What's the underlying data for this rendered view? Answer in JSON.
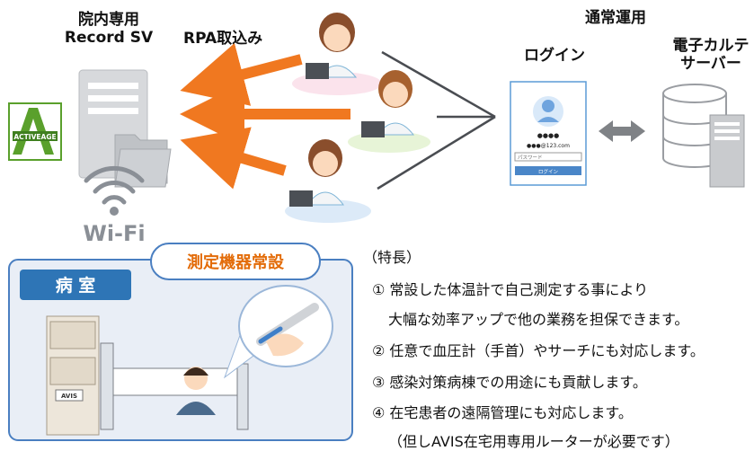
{
  "server": {
    "line1": "院内専用",
    "line2": "Record SV"
  },
  "rpa_label": "RPA取込み",
  "normal_ops": {
    "title": "通常運用",
    "login_label": "ログイン",
    "emr_line1": "電子カルテ",
    "emr_line2": "サーバー"
  },
  "login_card": {
    "dots": "●●●●",
    "user": "●●●@123.com",
    "password_placeholder": "パスワード",
    "button": "ログイン"
  },
  "logo_text": "ACTIVEAGE",
  "wifi_label": "Wi-Fi",
  "room": {
    "tag": "病 室",
    "badge": "測定機器常設",
    "device_label": "AVIS"
  },
  "features": {
    "heading": "（特長）",
    "items": [
      "① 常設した体温計で自己測定する事により",
      "大幅な効率アップで他の業務を担保できます。",
      "② 任意で血圧計（手首）やサーチにも対応します。",
      "③ 感染対策病棟での用途にも貢献します。",
      "④ 在宅患者の遠隔管理にも対応します。",
      "（但しAVIS在宅用専用ルーターが必要です）"
    ]
  },
  "colors": {
    "arrow": "#F07820",
    "accent_blue": "#2E75B6",
    "badge_border": "#4A7FC1",
    "badge_text": "#E36C09",
    "room_bg": "#E9EEF6",
    "wifi": "#8A8F96",
    "logo_green": "#5AA02C"
  }
}
